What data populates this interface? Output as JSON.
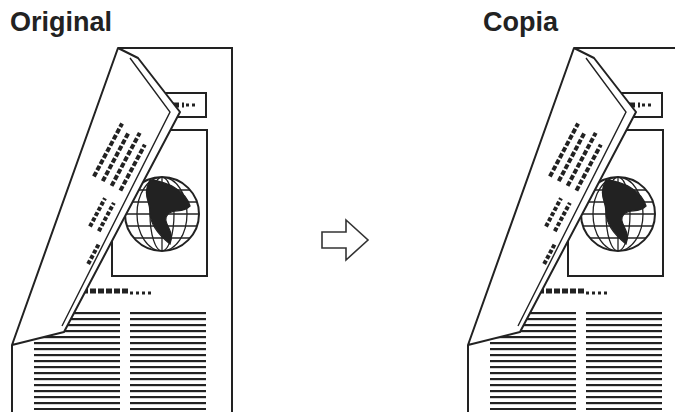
{
  "diagram": {
    "nodes": [
      {
        "text": [
          "Original"
        ]
      },
      {
        "text": [
          "Copia"
        ]
      }
    ],
    "edges": [
      {
        "from": 0,
        "to": 1,
        "arrow": "to"
      }
    ]
  }
}
